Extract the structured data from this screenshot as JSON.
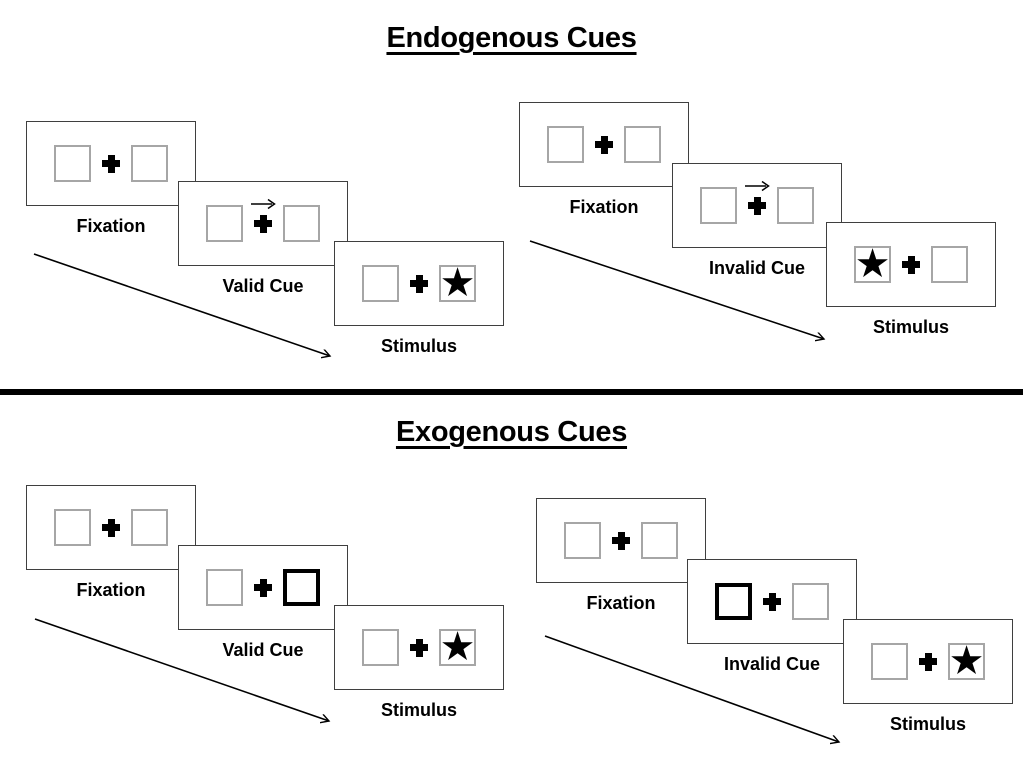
{
  "sections": [
    {
      "title": "Endogenous Cues",
      "groups": [
        {
          "name": "valid-trial",
          "stages": [
            {
              "label": "Fixation",
              "panel": "fixation"
            },
            {
              "label": "Valid Cue",
              "panel": "central-arrow-cue",
              "cue_direction": "right"
            },
            {
              "label": "Stimulus",
              "panel": "stimulus",
              "target_side": "right"
            }
          ]
        },
        {
          "name": "invalid-trial",
          "stages": [
            {
              "label": "Fixation",
              "panel": "fixation"
            },
            {
              "label": "Invalid Cue",
              "panel": "central-arrow-cue",
              "cue_direction": "right"
            },
            {
              "label": "Stimulus",
              "panel": "stimulus",
              "target_side": "left"
            }
          ]
        }
      ]
    },
    {
      "title": "Exogenous Cues",
      "groups": [
        {
          "name": "valid-trial",
          "stages": [
            {
              "label": "Fixation",
              "panel": "fixation"
            },
            {
              "label": "Valid Cue",
              "panel": "peripheral-box-cue",
              "cue_side": "right"
            },
            {
              "label": "Stimulus",
              "panel": "stimulus",
              "target_side": "right"
            }
          ]
        },
        {
          "name": "invalid-trial",
          "stages": [
            {
              "label": "Fixation",
              "panel": "fixation"
            },
            {
              "label": "Invalid Cue",
              "panel": "peripheral-box-cue",
              "cue_side": "left"
            },
            {
              "label": "Stimulus",
              "panel": "stimulus",
              "target_side": "right"
            }
          ]
        }
      ]
    }
  ],
  "glyphs": {
    "target_star": "★"
  },
  "colors": {
    "ink": "#000000",
    "panel_border": "#3f3f3f",
    "box_border": "#a6a6a6",
    "highlight_border": "#000000",
    "background": "#ffffff"
  }
}
